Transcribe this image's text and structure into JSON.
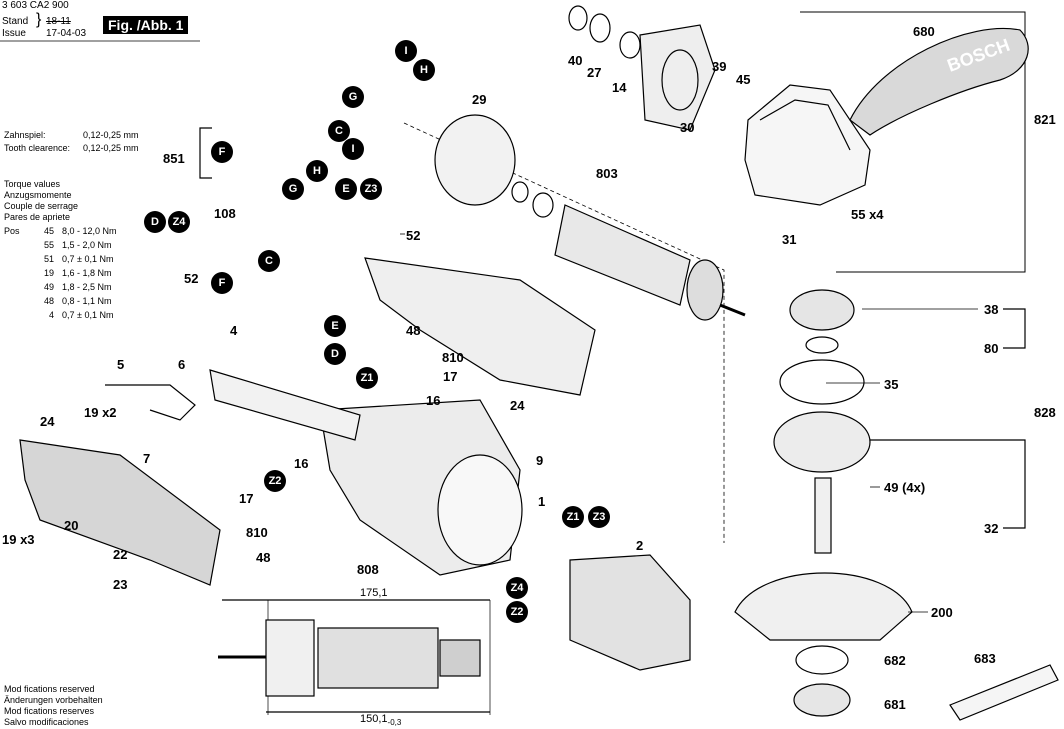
{
  "header": {
    "doc_number": "3 603 CA2 900",
    "stand_label": "Stand",
    "issue_label": "Issue",
    "stand_value": "18-11",
    "issue_date": "17-04-03",
    "figure_label": "Fig. /Abb. 1"
  },
  "tooth_clearance": {
    "de_label": "Zahnspiel:",
    "de_value": "0,12-0,25 mm",
    "en_label": "Tooth clearence:",
    "en_value": "0,12-0,25 mm"
  },
  "torque": {
    "titles": [
      "Torque values",
      "Anzugsmomente",
      "Couple de serrage",
      "Pares de apriete"
    ],
    "pos_label": "Pos",
    "rows": [
      {
        "pos": "45",
        "value": "8,0 - 12,0 Nm"
      },
      {
        "pos": "55",
        "value": "1,5 - 2,0 Nm"
      },
      {
        "pos": "51",
        "value": "0,7 ± 0,1 Nm"
      },
      {
        "pos": "19",
        "value": "1,6 - 1,8 Nm"
      },
      {
        "pos": "49",
        "value": "1,8 - 2,5 Nm"
      },
      {
        "pos": "48",
        "value": "0,8 - 1,1 Nm"
      },
      {
        "pos": "4",
        "value": "0,7 ± 0,1 Nm"
      }
    ]
  },
  "footer_notes": [
    "Mod fications reserved",
    "Änderungen vorbehalten",
    "Mod fications reserves",
    "Salvo modificaciones"
  ],
  "dimensions": {
    "overall": "175,1",
    "body": "150,1",
    "body_tol": "-0,3"
  },
  "part_labels": {
    "p851": "851",
    "p108": "108",
    "p52a": "52",
    "p52b": "52",
    "p4": "4",
    "p48a": "48",
    "p810a": "810",
    "p17a": "17",
    "p16a": "16",
    "p24a": "24",
    "p24b": "24",
    "p29": "29",
    "p803": "803",
    "p40": "40",
    "p27": "27",
    "p14": "14",
    "p30": "30",
    "p39": "39",
    "p45": "45",
    "p680": "680",
    "p821": "821",
    "p55x4": "55 x4",
    "p31": "31",
    "p38": "38",
    "p80": "80",
    "p35": "35",
    "p828": "828",
    "p49x4": "49 (4x)",
    "p32": "32",
    "p200": "200",
    "p682": "682",
    "p681": "681",
    "p683": "683",
    "p5": "5",
    "p6": "6",
    "p19x2": "19 x2",
    "p7": "7",
    "p9": "9",
    "p1": "1",
    "p2": "2",
    "p16b": "16",
    "p17b": "17",
    "p810b": "810",
    "p48b": "48",
    "p808": "808",
    "p20": "20",
    "p19x3": "19 x3",
    "p22": "22",
    "p23": "23"
  },
  "markers": {
    "I1": "I",
    "H1": "H",
    "G1": "G",
    "C1": "C",
    "I2": "I",
    "F1": "F",
    "H2": "H",
    "G2": "G",
    "E1": "E",
    "Z3a": "Z3",
    "D1": "D",
    "Z4a": "Z4",
    "C2": "C",
    "F2": "F",
    "E2": "E",
    "D2": "D",
    "Z1a": "Z1",
    "Z2a": "Z2",
    "Z1b": "Z1",
    "Z3b": "Z3",
    "Z4b": "Z4",
    "Z2b": "Z2"
  },
  "brand_text": "BOSCH"
}
